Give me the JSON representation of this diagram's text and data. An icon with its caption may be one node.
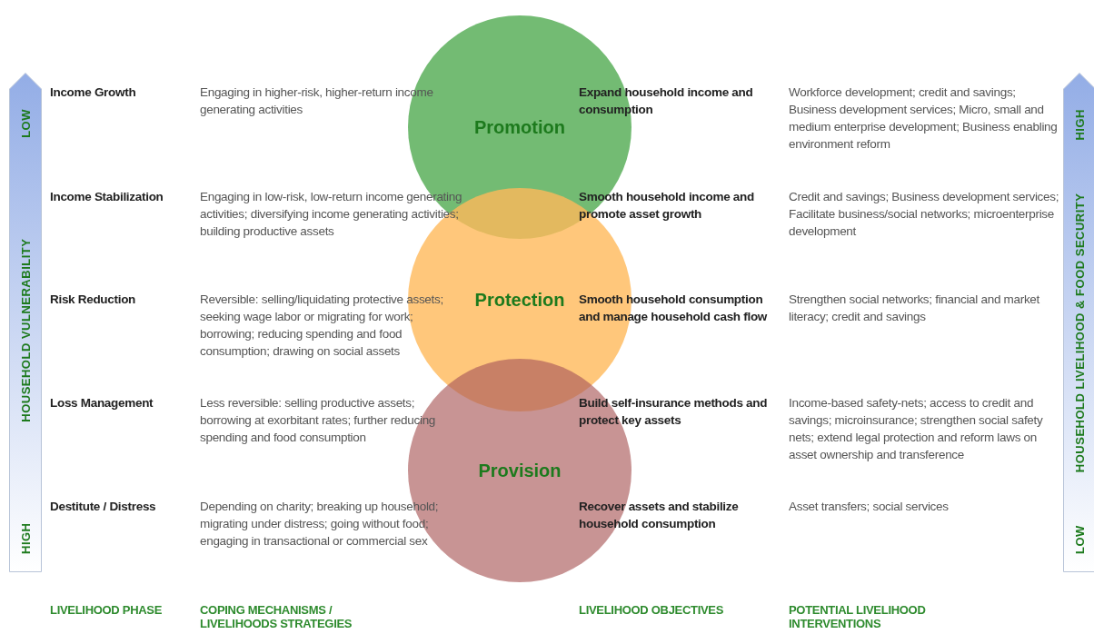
{
  "diagram": {
    "nodes": [
      {
        "text": [
          "HIGH",
          "HOUSEHOLD VULNERABILITY",
          "LOW"
        ]
      },
      {
        "text": [
          "Promotion"
        ]
      },
      {
        "text": [
          "Protection"
        ]
      },
      {
        "text": [
          "Provision"
        ]
      },
      {
        "text": [
          "LOW",
          "HOUSEHOLD LIVELIHOOD & FOOD SECURITY",
          "HIGH"
        ]
      }
    ],
    "edges": [],
    "labels": [
      "Income Growth",
      "Engaging in higher-risk, higher-return income generating activities",
      "Expand household income and consumption",
      "Workforce development; credit and savings; Business development services; Micro, small and medium enterprise development; Business enabling environment reform",
      "Income Stabilization",
      "Engaging in low-risk, low-return income generating activities; diversifying income generating activities; building productive assets",
      "Smooth household income and promote asset growth",
      "Credit and savings; Business development services; Facilitate business/social networks; microenterprise development",
      "Risk Reduction",
      "Reversible: selling/liquidating protective assets; seeking wage labor or migrating for work; borrowing; reducing spending and food consumption; drawing on social assets",
      "Smooth household consumption and manage household cash flow",
      "Strengthen social networks; financial and market literacy; credit and savings",
      "Loss Management",
      "Less reversible: selling productive assets; borrowing at exorbitant rates; further reducing spending and food consumption",
      "Build self-insurance methods and protect key assets",
      "Income-based safety-nets; access to credit and savings; microinsurance; strengthen social safety nets; extend legal protection and reform laws on asset ownership and transference",
      "Destitute / Distress",
      "Depending on charity; breaking up household; migrating under distress; going without food; engaging in transactional or commercial sex",
      "Recover assets and stabilize household consumption",
      "Asset transfers; social services",
      "LIVELIHOOD PHASE",
      "COPING MECHANISMS / LIVELIHOODS STRATEGIES",
      "LIVELIHOOD OBJECTIVES",
      "POTENTIAL LIVELIHOOD INTERVENTIONS"
    ]
  }
}
